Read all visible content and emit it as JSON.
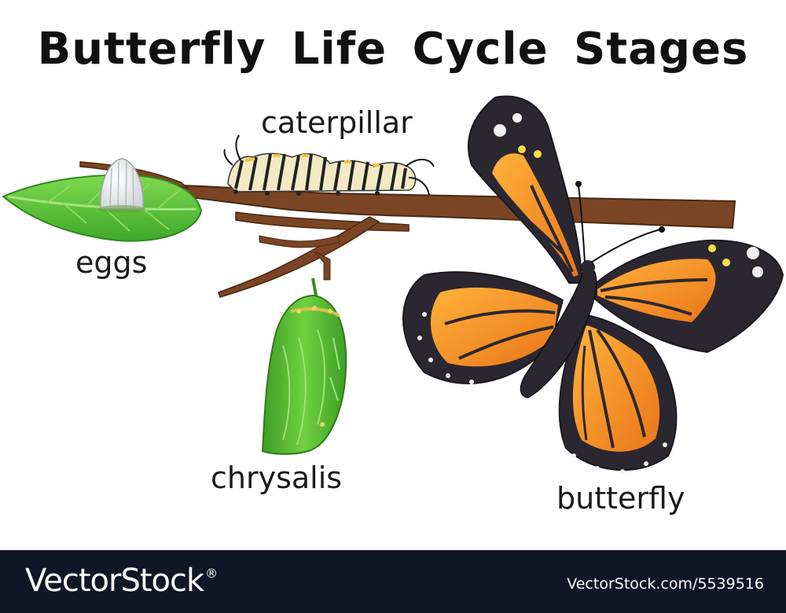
{
  "title": "Butterfly Life Cycle Stages",
  "labels": {
    "caterpillar": "caterpillar",
    "eggs": "eggs",
    "chrysalis": "chrysalis",
    "butterfly": "butterfly"
  },
  "footer": {
    "brand": "VectorStock",
    "registered": "®",
    "stock_id": "VectorStock.com/5539516"
  },
  "icons": [
    "branch",
    "leaf-icon",
    "egg-icon",
    "caterpillar-icon",
    "chrysalis-icon",
    "butterfly-icon"
  ],
  "colors": {
    "branch": "#7a4524",
    "leaf": "#5cc43a",
    "chrysalis": "#4fb82e",
    "wing_orange": "#f0901e",
    "wing_black": "#2b2730",
    "footer": "#0f1626"
  }
}
